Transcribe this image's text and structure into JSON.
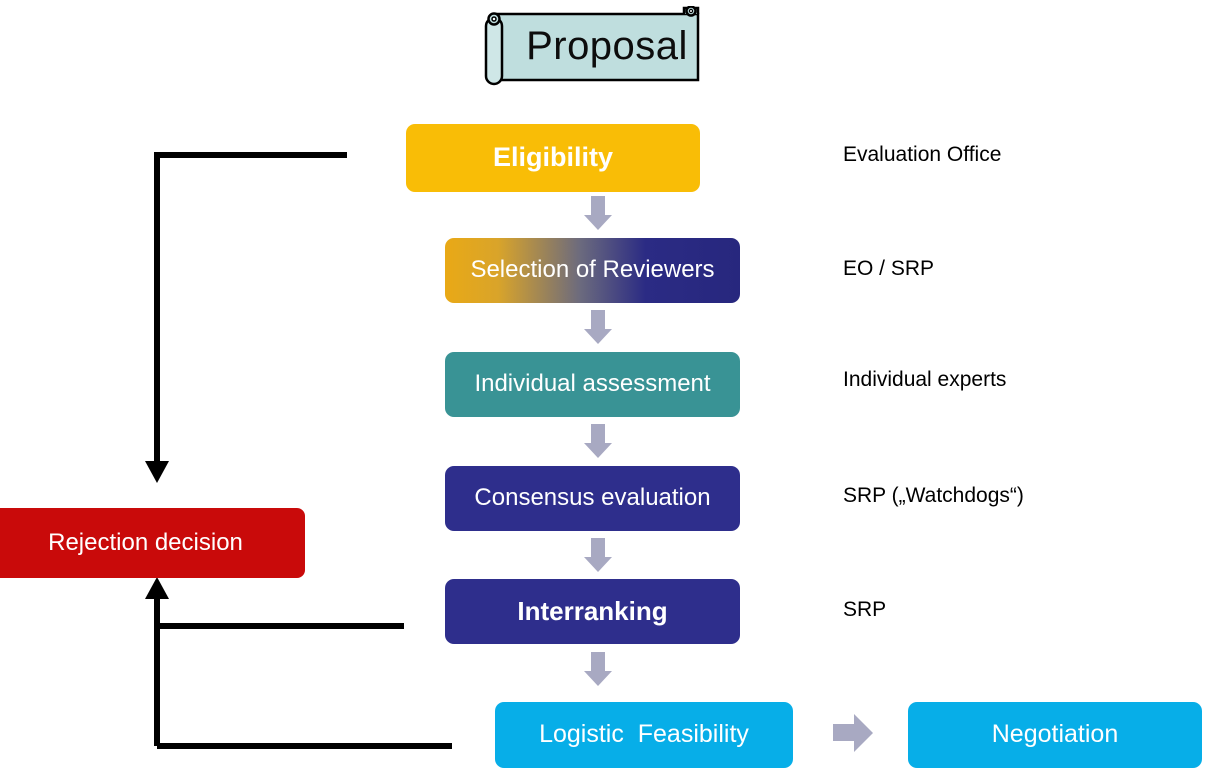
{
  "diagram": {
    "title": "Proposal",
    "colors": {
      "eligibility": "#F9BD06",
      "selection_start": "#E9A916",
      "selection_end": "#2B2B84",
      "individual": "#399395",
      "consensus": "#2E2E8C",
      "interranking": "#2E2E8C",
      "logistic": "#07AEE8",
      "negotiation": "#07AEE8",
      "rejection": "#C90A0A",
      "scroll_fill": "#BFDEDE",
      "arrow_gray": "#A8A9C2",
      "connector_black": "#000000"
    },
    "header": {
      "label": "Proposal",
      "shape": "scroll-banner"
    },
    "steps": [
      {
        "id": "eligibility",
        "label": "Eligibility",
        "role": "Evaluation Office"
      },
      {
        "id": "selection",
        "label": "Selection of Reviewers",
        "role": "EO / SRP"
      },
      {
        "id": "individual",
        "label": "Individual assessment",
        "role": "Individual experts"
      },
      {
        "id": "consensus",
        "label": "Consensus evaluation",
        "role": "SRP („Watchdogs“)"
      },
      {
        "id": "interranking",
        "label": "Interranking",
        "role": "SRP"
      },
      {
        "id": "logistic",
        "label": "Logistic  Feasibility",
        "role": ""
      }
    ],
    "outcomes": {
      "rejection": "Rejection decision",
      "negotiation": "Negotiation"
    },
    "icons": {
      "flow_arrow": "down-block-arrow",
      "outcome_arrow": "right-block-arrow",
      "feedback_arrow_up": "up-arrow-line",
      "feedback_arrow_down": "down-arrow-line"
    }
  }
}
